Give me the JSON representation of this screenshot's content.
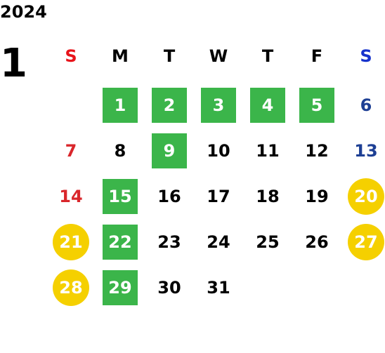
{
  "year": "2024",
  "month": "1",
  "colors": {
    "sunday": "#e8141b",
    "saturday": "#1733cc",
    "sunday_date": "#d9262b",
    "saturday_date": "#1d3f94",
    "weekday": "#000000",
    "green_box": "#3bb54a",
    "yellow_circle": "#f5d000"
  },
  "weekdays": [
    "S",
    "M",
    "T",
    "W",
    "T",
    "F",
    "S"
  ],
  "weeks": [
    [
      {
        "day": ""
      },
      {
        "day": "1",
        "mark": "green"
      },
      {
        "day": "2",
        "mark": "green"
      },
      {
        "day": "3",
        "mark": "green"
      },
      {
        "day": "4",
        "mark": "green"
      },
      {
        "day": "5",
        "mark": "green"
      },
      {
        "day": "6"
      }
    ],
    [
      {
        "day": "7"
      },
      {
        "day": "8"
      },
      {
        "day": "9",
        "mark": "green"
      },
      {
        "day": "10"
      },
      {
        "day": "11"
      },
      {
        "day": "12"
      },
      {
        "day": "13"
      }
    ],
    [
      {
        "day": "14"
      },
      {
        "day": "15",
        "mark": "green"
      },
      {
        "day": "16"
      },
      {
        "day": "17"
      },
      {
        "day": "18"
      },
      {
        "day": "19"
      },
      {
        "day": "20",
        "mark": "yellow"
      }
    ],
    [
      {
        "day": "21",
        "mark": "yellow"
      },
      {
        "day": "22",
        "mark": "green"
      },
      {
        "day": "23"
      },
      {
        "day": "24"
      },
      {
        "day": "25"
      },
      {
        "day": "26"
      },
      {
        "day": "27",
        "mark": "yellow"
      }
    ],
    [
      {
        "day": "28",
        "mark": "yellow"
      },
      {
        "day": "29",
        "mark": "green"
      },
      {
        "day": "30"
      },
      {
        "day": "31"
      },
      {
        "day": ""
      },
      {
        "day": ""
      },
      {
        "day": ""
      }
    ]
  ]
}
